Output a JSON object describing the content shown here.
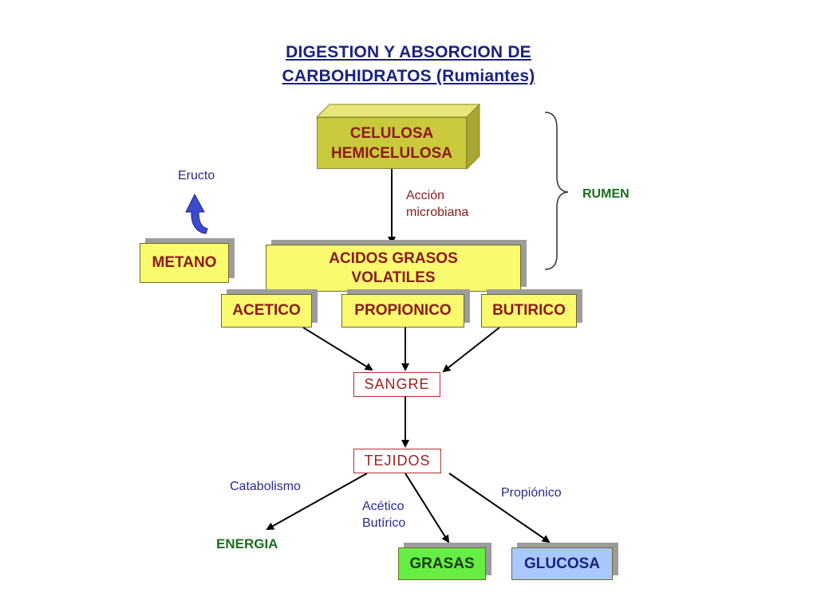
{
  "title": {
    "line1": "DIGESTION Y ABSORCION DE",
    "line2": "CARBOHIDRATOS (Rumiantes)"
  },
  "nodes": {
    "celulosa_line1": "CELULOSA",
    "celulosa_line2": "HEMICELULOSA",
    "agv_line1": "ACIDOS GRASOS",
    "agv_line2": "VOLATILES",
    "metano": "METANO",
    "acetico": "ACETICO",
    "propionico": "PROPIONICO",
    "butirico": "BUTIRICO",
    "sangre": "SANGRE",
    "tejidos": "TEJIDOS",
    "energia": "ENERGIA",
    "grasas": "GRASAS",
    "glucosa": "GLUCOSA"
  },
  "labels": {
    "eructo": "Eructo",
    "accion_line1": "Acción",
    "accion_line2": "microbiana",
    "rumen": "RUMEN",
    "catabolismo": "Catabolismo",
    "acetico_line1": "Acético",
    "acetico_line2": "Butírico",
    "propionico": "Propiónico"
  },
  "colors": {
    "box_fill": "#fafa6e",
    "cube_fill": "#c9c93c",
    "grasas_fill": "#66ee44",
    "glucosa_fill": "#a8c8ff",
    "title_color": "#1a237e",
    "eructo_arrow": "#3b4bd0"
  }
}
